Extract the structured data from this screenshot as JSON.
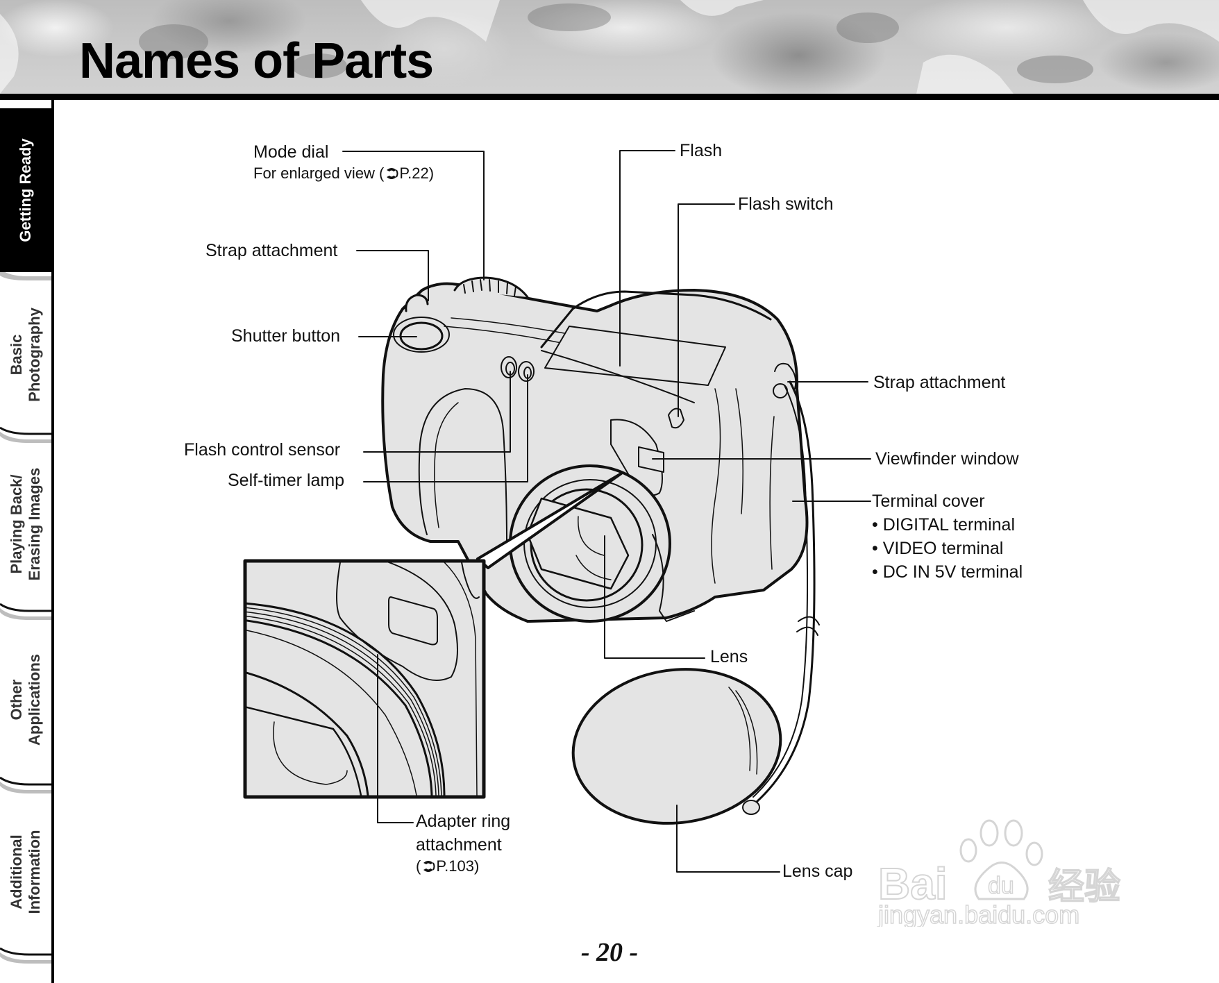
{
  "page": {
    "title": "Names of Parts",
    "page_number": "- 20 -"
  },
  "sidebar": {
    "tabs": [
      {
        "label": "Getting Ready",
        "active": true
      },
      {
        "label": "Basic\nPhotography",
        "line1": "Basic",
        "line2": "Photography",
        "active": false
      },
      {
        "label": "Playing Back/\nErasing Images",
        "line1": "Playing Back/",
        "line2": "Erasing Images",
        "active": false
      },
      {
        "label": "Other\nApplications",
        "line1": "Other",
        "line2": "Applications",
        "active": false
      },
      {
        "label": "Additional\nInformation",
        "line1": "Additional",
        "line2": "Information",
        "active": false
      }
    ]
  },
  "diagram": {
    "subject": "camera",
    "callouts": {
      "mode_dial": "Mode dial",
      "mode_dial_ref_prefix": "For enlarged view (",
      "mode_dial_ref_page": "P.22)",
      "strap_attachment_left": "Strap attachment",
      "shutter_button": "Shutter button",
      "flash_control_sensor": "Flash control sensor",
      "self_timer_lamp": "Self-timer lamp",
      "flash": "Flash",
      "flash_switch": "Flash switch",
      "strap_attachment_right": "Strap attachment",
      "viewfinder_window": "Viewfinder window",
      "terminal_cover": "Terminal cover",
      "terminals": [
        "• DIGITAL terminal",
        "• VIDEO terminal",
        "• DC IN 5V terminal"
      ],
      "lens": "Lens",
      "adapter_ring_line1": "Adapter ring",
      "adapter_ring_line2": "attachment",
      "adapter_ring_ref_prefix": "(",
      "adapter_ring_ref_page": "P.103)",
      "lens_cap": "Lens cap"
    },
    "reference_icon": "page-reference-icon"
  },
  "watermark": {
    "brand": "Bai",
    "brand_paw": "du",
    "brand_cn": "经验",
    "url": "jingyan.baidu.com"
  },
  "colors": {
    "ink": "#111111",
    "body_fill": "#e4e4e4",
    "tab_active": "#000000",
    "tab_shadow": "#bdbdbd"
  }
}
